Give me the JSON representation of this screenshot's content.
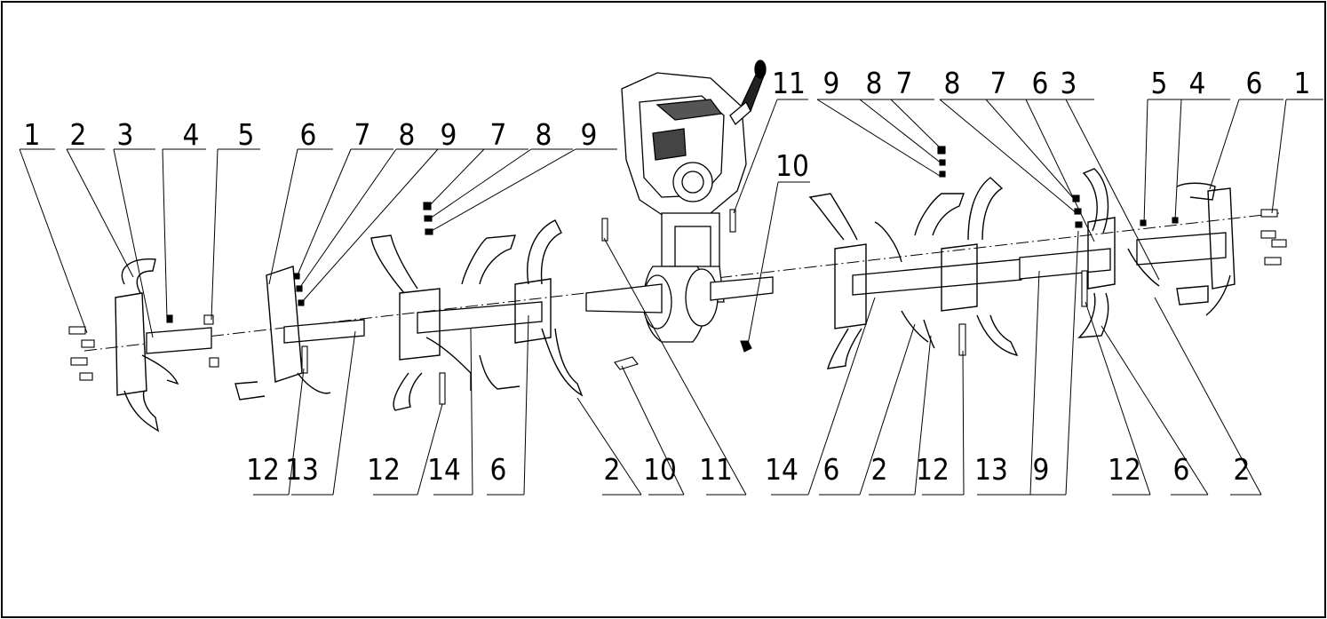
{
  "diagram": {
    "type": "exploded parts diagram",
    "subject": "rotary tiller tine assembly",
    "line_color": "#000000",
    "background": "#ffffff"
  },
  "callouts_top": [
    "1",
    "2",
    "3",
    "4",
    "5",
    "6",
    "7",
    "8",
    "9",
    "7",
    "8",
    "9",
    "11",
    "10",
    "9",
    "8",
    "7",
    "8",
    "7",
    "6",
    "3",
    "5",
    "4",
    "6",
    "1"
  ],
  "callouts_bottom": [
    "12",
    "13",
    "12",
    "14",
    "6",
    "2",
    "10",
    "11",
    "14",
    "6",
    "2",
    "12",
    "13",
    "9",
    "12",
    "6",
    "2"
  ]
}
